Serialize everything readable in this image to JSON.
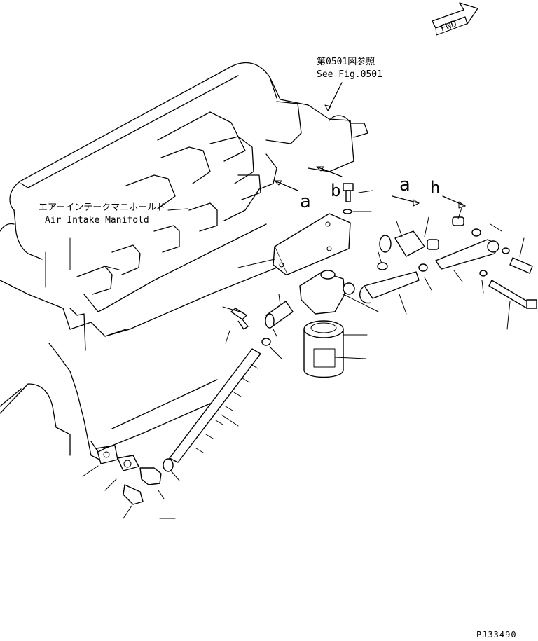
{
  "fwd": "FWD",
  "ref": {
    "jp": "第0501図参照",
    "en": "See Fig.0501"
  },
  "manifold": {
    "jp": "エアーインテークマニホールド",
    "en": "Air Intake Manifold"
  },
  "letters": {
    "a1": "a",
    "b1": "b",
    "a2": "a",
    "b2": "h"
  },
  "drawing_no": "PJ33490"
}
